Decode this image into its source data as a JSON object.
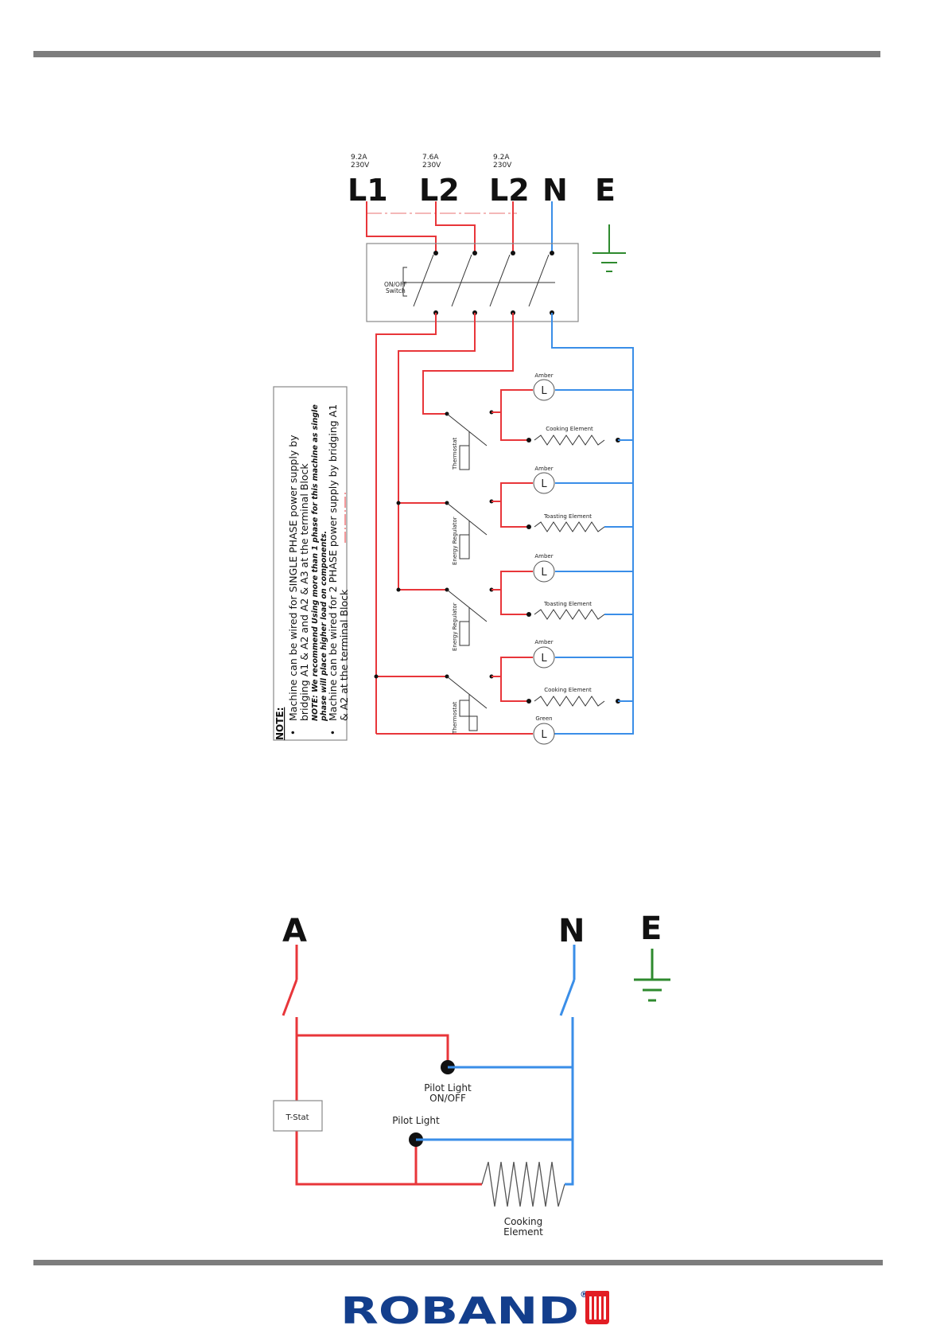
{
  "top_diagram": {
    "ratings": [
      {
        "amps": "9.2A",
        "volts": "230V"
      },
      {
        "amps": "7.6A",
        "volts": "230V"
      },
      {
        "amps": "9.2A",
        "volts": "230V"
      }
    ],
    "terminals": [
      "L1",
      "L2",
      "L2",
      "N",
      "E"
    ],
    "switch_label": [
      "ON/OFF",
      "Switch"
    ],
    "lamps": [
      "Amber",
      "Amber",
      "Amber",
      "Amber",
      "Green"
    ],
    "elements": [
      "Cooking Element",
      "Toasting Element",
      "Toasting Element",
      "Cooking Element"
    ],
    "controls": [
      "Thermostat",
      "Energy Regulator",
      "Energy Regulator",
      "Thermostat"
    ],
    "lamp_symbol": "L",
    "note": {
      "heading": "NOTE:",
      "bullet1": [
        "Machine can be wired for SINGLE PHASE power supply by",
        "bridging A1 & A2 and A2 & A3 at the terminal Block"
      ],
      "warning": [
        "NOTE: We recommend Using more than 1 phase for this machine as single",
        "phase will place higher load on components."
      ],
      "bullet2": [
        "Machine can be wired for 2 PHASE power supply by bridging A1",
        "& A2 at the terminal Block"
      ]
    }
  },
  "bottom_diagram": {
    "terminals": [
      "A",
      "N",
      "E"
    ],
    "tstat_label": "T-Stat",
    "pilot_onoff": [
      "Pilot Light",
      "ON/OFF"
    ],
    "pilot": "Pilot Light",
    "element": [
      "Cooking",
      "Element"
    ]
  },
  "footer": {
    "brand": "ROBAND",
    "registered": "®"
  },
  "colors": {
    "live": "#e8363a",
    "neutral": "#3a8ee8",
    "earth": "#2e8a2e",
    "rule": "#7d7d7d",
    "brand": "#133e8c",
    "brand_red": "#e21d24"
  }
}
